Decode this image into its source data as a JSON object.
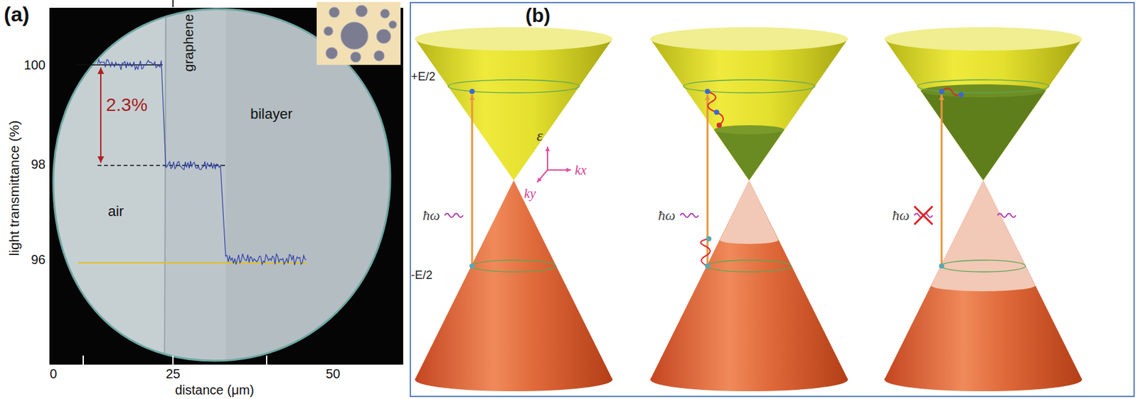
{
  "diagram": {
    "labels": [
      "(a)",
      "light transmittance (%)",
      "100",
      "98",
      "96",
      "2.3%",
      "graphene",
      "bilayer",
      "air",
      "0",
      "25",
      "50",
      "distance (μm)",
      "(b)",
      "+E/2",
      "ε",
      "kx",
      "ky",
      "ħω",
      "-E/2",
      "ħω",
      "ħω"
    ]
  }
}
